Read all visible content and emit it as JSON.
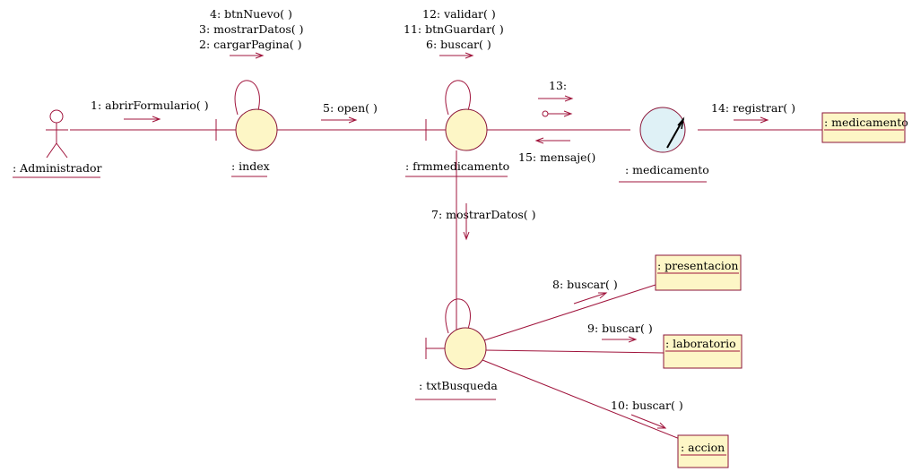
{
  "actor": {
    "label": ": Administrador"
  },
  "objects": {
    "index": ": index",
    "frm": ": frmmedicamento",
    "ctrl": ": medicamento",
    "entity": ": medicamento",
    "txt": ": txtBusqueda",
    "presentacion": ": presentacion",
    "laboratorio": ": laboratorio",
    "accion": ": accion"
  },
  "messages": {
    "m1": "1: abrirFormulario( )",
    "m2": "2: cargarPagina( )",
    "m3": "3: mostrarDatos( )",
    "m4": "4: btnNuevo( )",
    "m5": "5: open( )",
    "m6": "6: buscar( )",
    "m7": "7: mostrarDatos( )",
    "m8": "8: buscar( )",
    "m9": "9: buscar( )",
    "m10": "10: buscar( )",
    "m11": "11: btnGuardar( )",
    "m12": "12: validar( )",
    "m13": "13:",
    "m14": "14: registrar( )",
    "m15": "15: mensaje()"
  },
  "colors": {
    "line": "#a0143c",
    "fill": "#fdf6c6"
  }
}
